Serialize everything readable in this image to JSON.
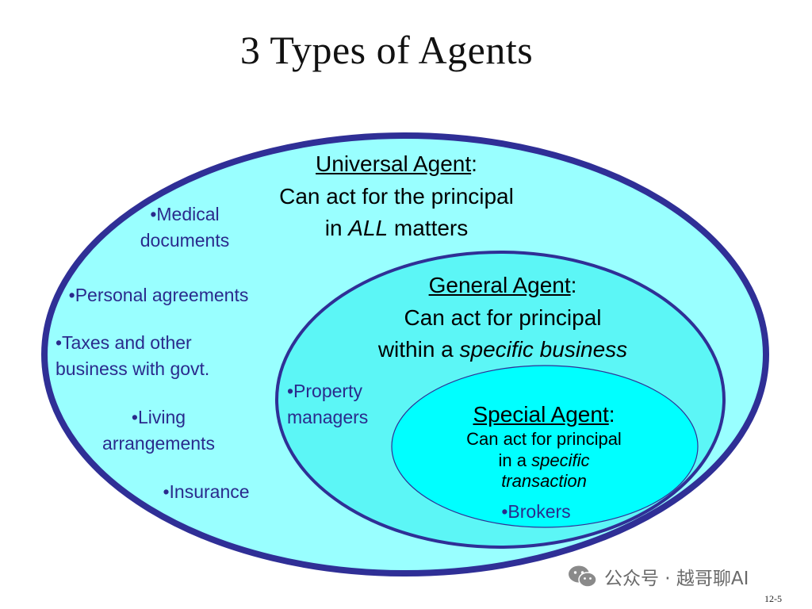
{
  "title": "3 Types of Agents",
  "universal": {
    "name": "Universal Agent",
    "colon": ":",
    "line1": "Can act for the principal",
    "line2_pre": "in ",
    "line2_em": "ALL",
    "line2_post": " matters",
    "bullets": [
      {
        "line1": "•Medical",
        "line2": "documents"
      },
      {
        "line1": "•Personal agreements",
        "line2": ""
      },
      {
        "line1": "•Taxes and other",
        "line2": "business with govt."
      },
      {
        "line1": "•Living",
        "line2": "arrangements"
      },
      {
        "line1": "•Insurance",
        "line2": ""
      }
    ]
  },
  "general": {
    "name": "General Agent",
    "colon": ":",
    "line1": "Can act for principal",
    "line2_pre": "within a ",
    "line2_em": "specific business",
    "bullets": [
      {
        "line1": "•Property",
        "line2": "managers"
      }
    ]
  },
  "special": {
    "name": "Special Agent",
    "colon": ":",
    "line1": "Can act for principal",
    "line2_pre": "in a ",
    "line2_em": "specific",
    "line3_em": "transaction",
    "bullets": [
      {
        "line1": "•Brokers"
      }
    ]
  },
  "colors": {
    "outer_fill": "#99ffff",
    "outer_stroke": "#2f2f96",
    "middle_fill": "#5cf6f6",
    "inner_fill": "#00ffff",
    "bullet_text": "#2a2a8c"
  },
  "watermark": {
    "text": "公众号 · 越哥聊AI",
    "icon": "wechat-icon"
  },
  "slide_number": "12-5"
}
